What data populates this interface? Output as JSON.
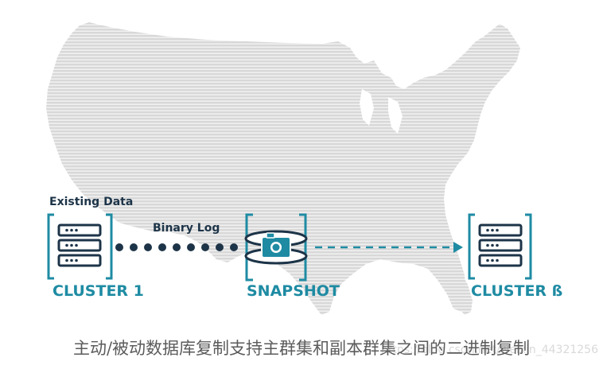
{
  "labels": {
    "existing_data": "Existing Data",
    "binary_log": "Binary Log",
    "cluster_1": "CLUSTER 1",
    "snapshot": "SNAPSHOT",
    "cluster_beta": "CLUSTER ß"
  },
  "caption": "主动/被动数据库复制支持主群集和副本群集之间的二进制复制",
  "watermark": "https://blog.csdn.net/weixin_44321256",
  "colors": {
    "accent": "#1e8ba3",
    "navy": "#1d3448",
    "map": "#d6d6d6",
    "caption": "#5b5b5b"
  },
  "icons": {
    "cluster_1": "server-stack-icon",
    "snapshot": "camera-snapshot-icon",
    "cluster_beta": "server-stack-icon"
  }
}
